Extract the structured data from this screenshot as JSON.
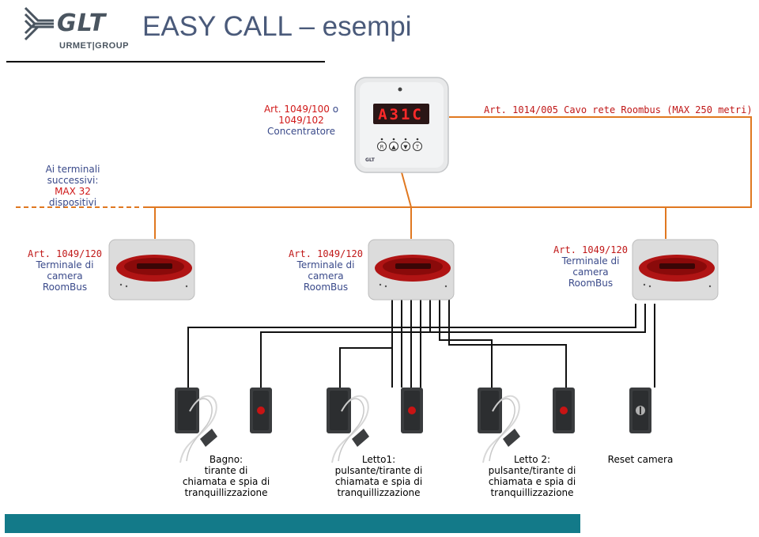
{
  "header": {
    "logo_text": "GLT",
    "logo_subtext": "URMET|GROUP",
    "title": "EASY CALL – esempi"
  },
  "concentrator": {
    "art_line1": "Art. 1049/100",
    "art_or": " o",
    "art_line2": "1049/102",
    "caption": "Concentratore",
    "display_text": "A31C",
    "buttons": [
      "R",
      "▲",
      "▼",
      "T"
    ],
    "brand": "GLT"
  },
  "cable": {
    "label": "Art. 1014/005  Cavo rete Roombus (MAX 250 metri)"
  },
  "successive": {
    "line1": "Ai terminali",
    "line2": "successivi:",
    "line3": "MAX 32",
    "line4": "dispositivi"
  },
  "terminals": [
    {
      "art": "Art. 1049/120",
      "l1": "Terminale di",
      "l2": "camera",
      "l3": "RoomBus"
    },
    {
      "art": "Art. 1049/120",
      "l1": "Terminale di",
      "l2": "camera",
      "l3": "RoomBus"
    },
    {
      "art": "Art. 1049/120",
      "l1": "Terminale di",
      "l2": "camera",
      "l3": "RoomBus"
    }
  ],
  "devices": [
    {
      "l1": "Bagno:",
      "l2": "tirante di",
      "l3": "chiamata e spia di",
      "l4": "tranquillizzazione"
    },
    {
      "l1": "Letto1:",
      "l2": "pulsante/tirante di",
      "l3": "chiamata e spia di",
      "l4": "tranquillizzazione"
    },
    {
      "l1": "Letto 2:",
      "l2": "pulsante/tirante di",
      "l3": "chiamata e spia di",
      "l4": "tranquillizzazione"
    },
    {
      "l1": "Reset camera"
    }
  ],
  "colors": {
    "cable_orange": "#e07820",
    "title_blue": "#4a5a7a",
    "label_blue": "#3a4a8a",
    "label_red": "#c01818",
    "bottom_bar_teal": "#137a89"
  }
}
